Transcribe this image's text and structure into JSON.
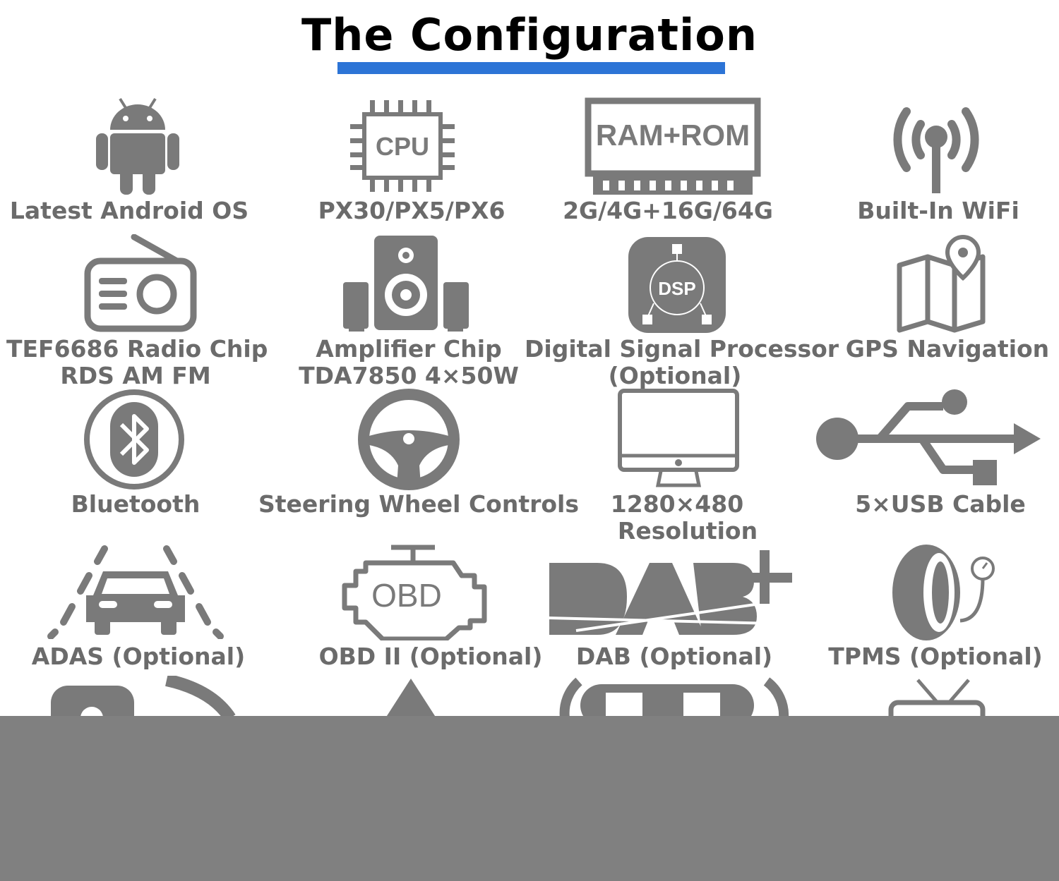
{
  "title": "The Configuration",
  "colors": {
    "accent": "#2c74d6",
    "icon": "#7a7a7a",
    "label": "#6b6b6b",
    "band": "#808080"
  },
  "features": [
    {
      "icon": "android-icon",
      "lines": [
        "Latest Android OS"
      ]
    },
    {
      "icon": "cpu-icon",
      "lines": [
        "PX30/PX5/PX6"
      ]
    },
    {
      "icon": "ram-rom-icon",
      "lines": [
        "2G/4G+16G/64G"
      ]
    },
    {
      "icon": "wifi-antenna-icon",
      "lines": [
        "Built-In WiFi"
      ]
    },
    {
      "icon": "radio-icon",
      "lines": [
        "TEF6686 Radio Chip",
        "RDS AM FM"
      ]
    },
    {
      "icon": "speaker-icon",
      "lines": [
        "Amplifier Chip",
        "TDA7850 4×50W"
      ]
    },
    {
      "icon": "dsp-icon",
      "lines": [
        "Digital Signal Processor",
        "(Optional)"
      ]
    },
    {
      "icon": "map-pin-icon",
      "lines": [
        "GPS Navigation"
      ]
    },
    {
      "icon": "bluetooth-icon",
      "lines": [
        "Bluetooth"
      ]
    },
    {
      "icon": "steering-wheel-icon",
      "lines": [
        "Steering Wheel Controls"
      ]
    },
    {
      "icon": "monitor-icon",
      "lines": [
        "1280×480",
        "Resolution"
      ]
    },
    {
      "icon": "usb-icon",
      "lines": [
        "5×USB Cable"
      ]
    },
    {
      "icon": "adas-car-icon",
      "lines": [
        "ADAS (Optional)"
      ]
    },
    {
      "icon": "obd-engine-icon",
      "lines": [
        "OBD II (Optional)"
      ]
    },
    {
      "icon": "dab-plus-icon",
      "lines": [
        "DAB (Optional)"
      ]
    },
    {
      "icon": "tpms-tire-icon",
      "lines": [
        "TPMS (Optional)"
      ]
    }
  ],
  "icon_texts": {
    "cpu": "CPU",
    "ram": "RAM+ROM",
    "dsp": "DSP",
    "obd": "OBD"
  }
}
